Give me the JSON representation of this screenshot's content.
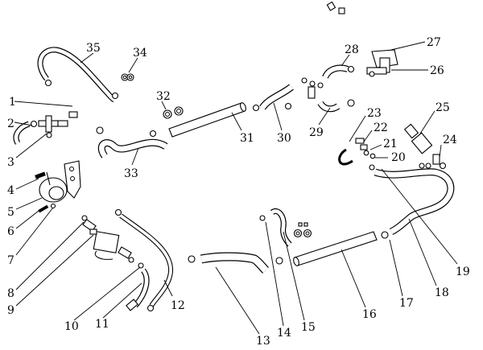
{
  "diagram": {
    "callouts": [
      "1",
      "2",
      "3",
      "4",
      "5",
      "6",
      "7",
      "8",
      "9",
      "10",
      "11",
      "12",
      "13",
      "14",
      "15",
      "16",
      "17",
      "18",
      "19",
      "20",
      "21",
      "22",
      "23",
      "24",
      "25",
      "26",
      "27",
      "28",
      "29",
      "30",
      "31",
      "32",
      "33",
      "34",
      "35"
    ]
  }
}
